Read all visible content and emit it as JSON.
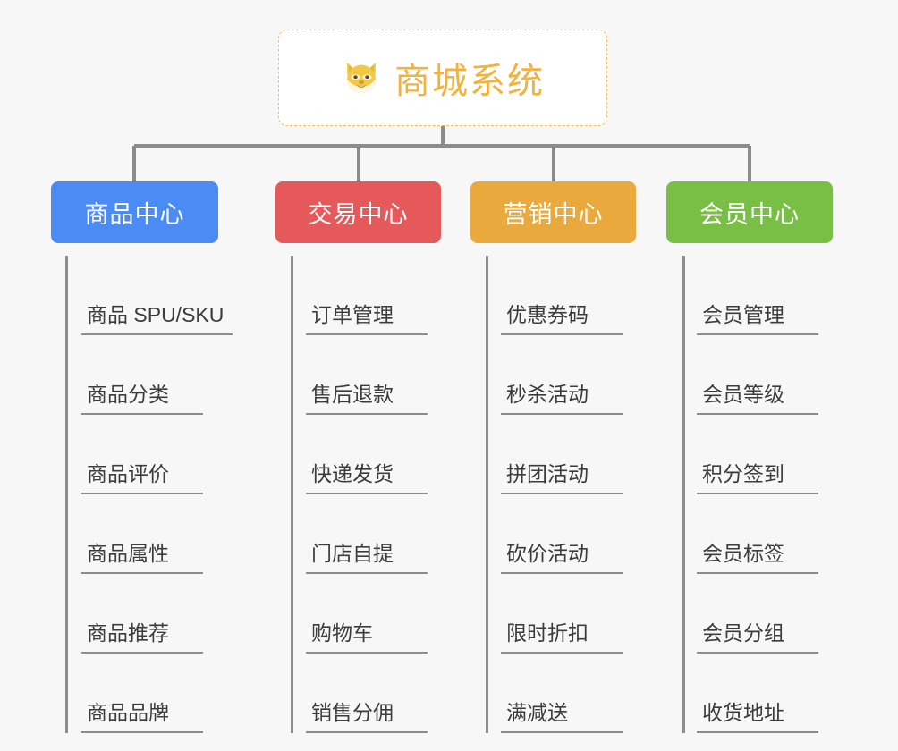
{
  "background_color": "#f7f7f7",
  "root": {
    "icon": "shiba-dog-face-emoji",
    "title": "商城系统",
    "title_color": "#f2b23e",
    "border_color": "#f0c05a",
    "border_style": "dashed"
  },
  "connector_color": "#8c8c8c",
  "branches": [
    {
      "label": "商品中心",
      "color": "#4b8bf4",
      "items": [
        "商品 SPU/SKU",
        "商品分类",
        "商品评价",
        "商品属性",
        "商品推荐",
        "商品品牌"
      ]
    },
    {
      "label": "交易中心",
      "color": "#e6595a",
      "items": [
        "订单管理",
        "售后退款",
        "快递发货",
        "门店自提",
        "购物车",
        "销售分佣"
      ]
    },
    {
      "label": "营销中心",
      "color": "#eaa93c",
      "items": [
        "优惠券码",
        "秒杀活动",
        "拼团活动",
        "砍价活动",
        "限时折扣",
        "满减送"
      ]
    },
    {
      "label": "会员中心",
      "color": "#79bf46",
      "items": [
        "会员管理",
        "会员等级",
        "积分签到",
        "会员标签",
        "会员分组",
        "收货地址"
      ]
    }
  ]
}
